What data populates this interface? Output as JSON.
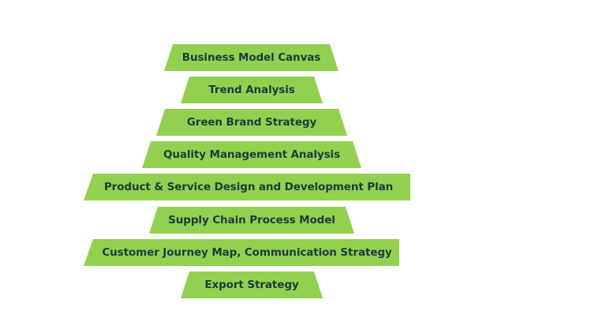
{
  "colors": {
    "fill": "#92d050",
    "text": "#1f3a3d",
    "background": "#ffffff"
  },
  "pyramid": {
    "levels": [
      {
        "label": "Business Model Canvas"
      },
      {
        "label": "Trend Analysis"
      },
      {
        "label": "Green Brand Strategy"
      },
      {
        "label": "Quality Management Analysis"
      },
      {
        "label": "Product & Service Design and Development Plan"
      },
      {
        "label": "Supply Chain Process Model"
      },
      {
        "label": "Customer Journey Map, Communication Strategy"
      },
      {
        "label": "Export Strategy"
      }
    ]
  }
}
